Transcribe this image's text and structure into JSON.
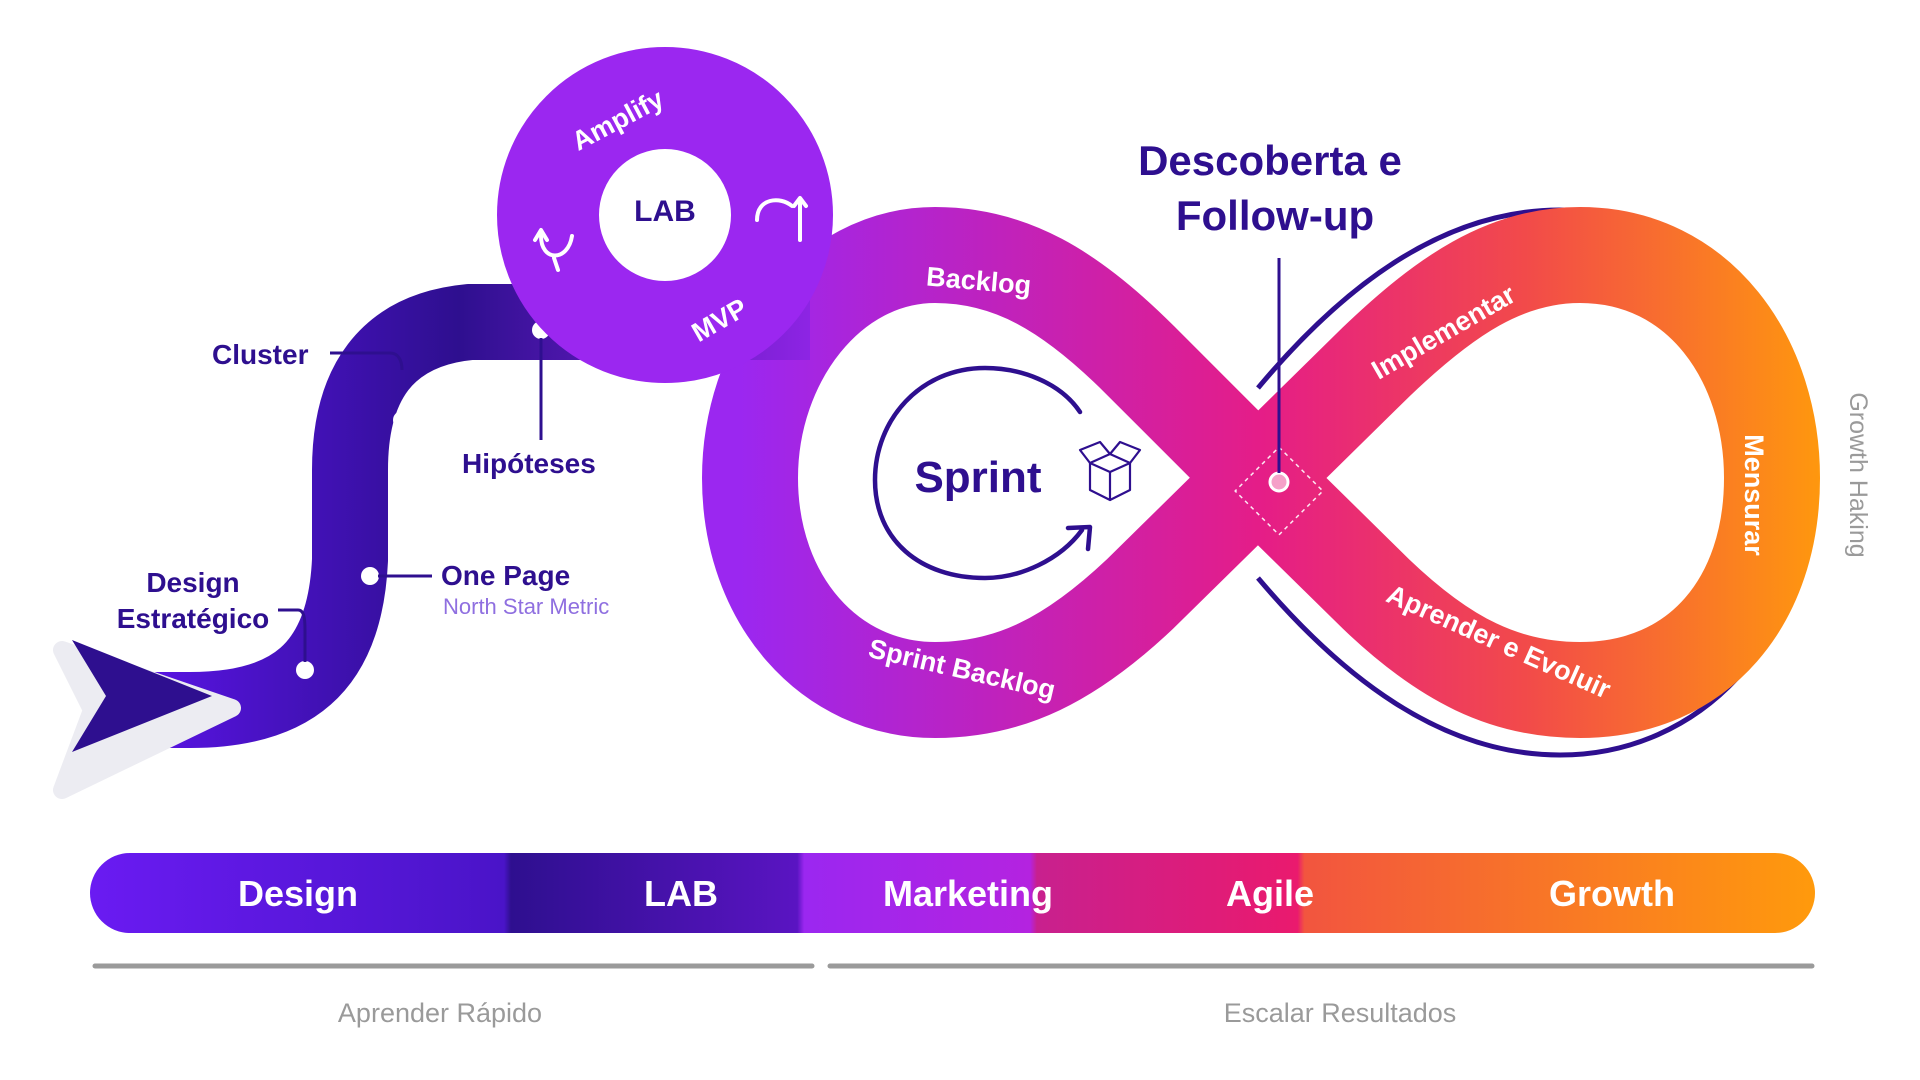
{
  "colors": {
    "deep_purple": "#2e0f8f",
    "violet": "#6a1bf2",
    "purple": "#9b27f0",
    "magenta": "#e51d87",
    "orange": "#ff9a0c",
    "grey": "#9a9a9a"
  },
  "journey": {
    "design_estrategico_line1": "Design",
    "design_estrategico_line2": "Estratégico",
    "cluster": "Cluster",
    "one_page": "One Page",
    "north_star": "North Star Metric",
    "hipoteses": "Hipóteses"
  },
  "lab_ring": {
    "center": "LAB",
    "amplify": "Amplify",
    "mvp": "MVP"
  },
  "infinity": {
    "backlog": "Backlog",
    "sprint": "Sprint",
    "sprint_backlog": "Sprint Backlog",
    "implementar": "Implementar",
    "mensurar": "Mensurar",
    "aprender_evoluir": "Aprender e Evoluir",
    "growth_haking": "Growth Haking",
    "descoberta_line1": "Descoberta e",
    "descoberta_line2": "Follow-up"
  },
  "phase_bar": [
    "Design",
    "LAB",
    "Marketing",
    "Agile",
    "Growth"
  ],
  "groups": {
    "left": "Aprender Rápido",
    "right": "Escalar Resultados"
  }
}
